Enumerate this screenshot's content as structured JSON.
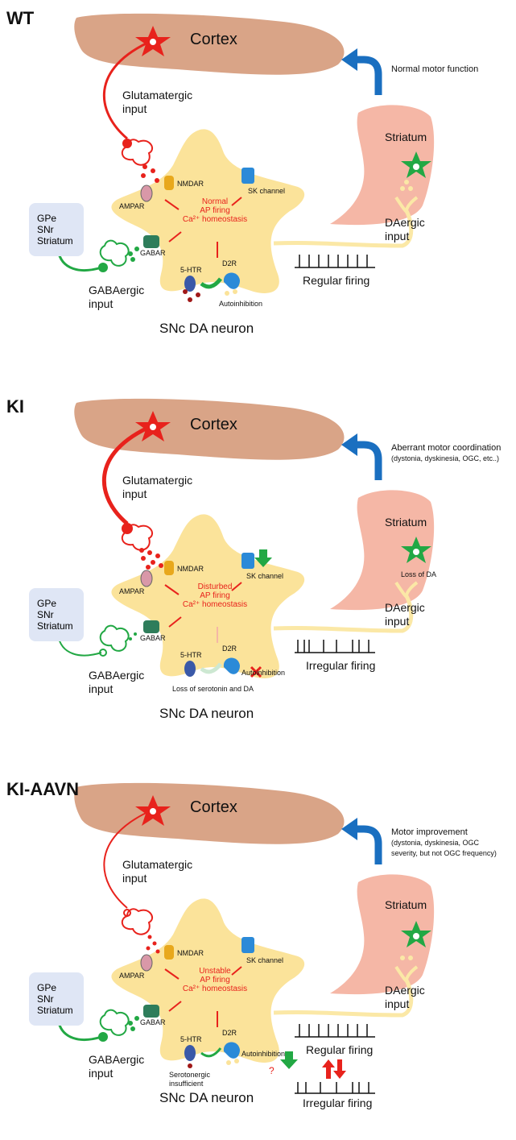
{
  "panels": [
    {
      "label": "WT",
      "cortex": "Cortex",
      "glutamatergic": [
        "Glutamatergic",
        "input"
      ],
      "motor_text": [
        "Normal motor function"
      ],
      "striatum": "Striatum",
      "loss_of_da": "",
      "daergic": [
        "DAergic",
        "input"
      ],
      "input_box": [
        "GPe",
        "SNr",
        "Striatum"
      ],
      "gabaergic": [
        "GABAergic",
        "input"
      ],
      "receptors": {
        "nmdar": "NMDAR",
        "ampar": "AMPAR",
        "sk": "SK channel",
        "gabar": "GABAR",
        "htr": "5-HTR",
        "d2r": "D2R",
        "autoinhibition": "Autoinhibition"
      },
      "center_text": [
        "Normal",
        "AP firing",
        "Ca²⁺ homeostasis"
      ],
      "bottom_note": [],
      "firing_top": "Regular firing",
      "firing_bottom": "",
      "neuron": "SNc DA neuron"
    },
    {
      "label": "KI",
      "cortex": "Cortex",
      "glutamatergic": [
        "Glutamatergic",
        "input"
      ],
      "motor_text": [
        "Aberrant motor coordination",
        "(dystonia, dyskinesia, OGC, etc..)"
      ],
      "striatum": "Striatum",
      "loss_of_da": "Loss of DA",
      "daergic": [
        "DAergic",
        "input"
      ],
      "input_box": [
        "GPe",
        "SNr",
        "Striatum"
      ],
      "gabaergic": [
        "GABAergic",
        "input"
      ],
      "receptors": {
        "nmdar": "NMDAR",
        "ampar": "AMPAR",
        "sk": "SK channel",
        "gabar": "GABAR",
        "htr": "5-HTR",
        "d2r": "D2R",
        "autoinhibition": "Autoinhibition"
      },
      "center_text": [
        "Disturbed",
        "AP firing",
        "Ca²⁺ homeostasis"
      ],
      "bottom_note": [
        "Loss of serotonin and DA"
      ],
      "firing_top": "Irregular firing",
      "firing_bottom": "",
      "neuron": "SNc DA neuron"
    },
    {
      "label": "KI-AAVN",
      "cortex": "Cortex",
      "glutamatergic": [
        "Glutamatergic",
        "input"
      ],
      "motor_text": [
        "Motor improvement",
        "(dystonia, dyskinesia, OGC",
        "severity, but not OGC frequency)"
      ],
      "striatum": "Striatum",
      "loss_of_da": "",
      "daergic": [
        "DAergic",
        "input"
      ],
      "input_box": [
        "GPe",
        "SNr",
        "Striatum"
      ],
      "gabaergic": [
        "GABAergic",
        "input"
      ],
      "receptors": {
        "nmdar": "NMDAR",
        "ampar": "AMPAR",
        "sk": "SK channel",
        "gabar": "GABAR",
        "htr": "5-HTR",
        "d2r": "D2R",
        "autoinhibition": "Autoinhibition"
      },
      "center_text": [
        "Unstable",
        "AP firing",
        "Ca²⁺ homeostasis"
      ],
      "bottom_note": [
        "Serotonergic",
        "insufficient"
      ],
      "firing_top": "Regular firing",
      "firing_bottom": "Irregular firing",
      "question": "?",
      "neuron": "SNc DA neuron"
    }
  ],
  "colors": {
    "cortex": "#d9a487",
    "neuron": "#fbe39a",
    "striatum": "#f5b7a6",
    "red": "#e8221c",
    "green": "#22a844",
    "blue_arrow": "#1a6fc0",
    "input_box": "#dfe6f5",
    "axon": "#fbe8a6"
  }
}
